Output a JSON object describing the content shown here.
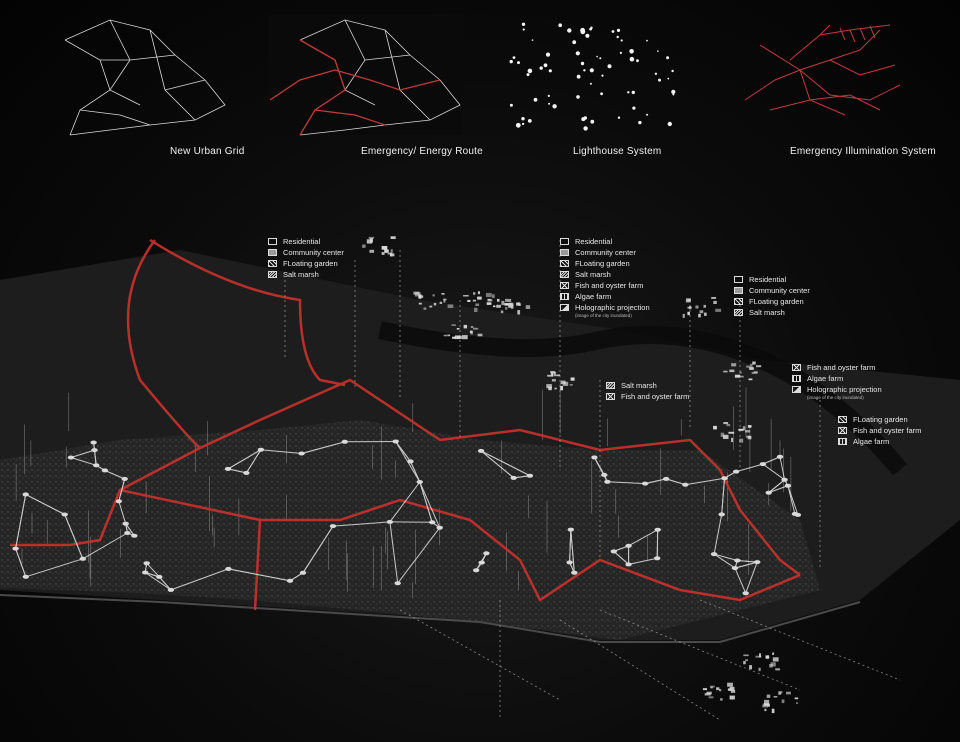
{
  "panels": [
    {
      "caption": "New Urban Grid",
      "color": "#d8d8d8"
    },
    {
      "caption": "Emergency/ Energy Route",
      "color": "#c33a3a"
    },
    {
      "caption": "Lighthouse System",
      "color": "#f2f2f2"
    },
    {
      "caption": "Emergency Illumination System",
      "color": "#c33a3a"
    }
  ],
  "legends": [
    {
      "items": [
        {
          "label": "Residential",
          "swatch": "plain"
        },
        {
          "label": "Community center",
          "swatch": "grey"
        },
        {
          "label": "FLoating garden",
          "swatch": "dots"
        },
        {
          "label": "Salt marsh",
          "swatch": "hatch"
        }
      ]
    },
    {
      "items": [
        {
          "label": "Residential",
          "swatch": "plain"
        },
        {
          "label": "Community center",
          "swatch": "grey"
        },
        {
          "label": "FLoating garden",
          "swatch": "dots"
        },
        {
          "label": "Salt marsh",
          "swatch": "hatch"
        },
        {
          "label": "Fish and oyster farm",
          "swatch": "cross"
        },
        {
          "label": "Algae farm",
          "swatch": "wave"
        },
        {
          "label": "Holographic projection",
          "swatch": "tri"
        }
      ],
      "note": "(image of the city inundated)"
    },
    {
      "items": [
        {
          "label": "Residential",
          "swatch": "plain"
        },
        {
          "label": "Community center",
          "swatch": "grey"
        },
        {
          "label": "FLoating garden",
          "swatch": "dots"
        },
        {
          "label": "Salt marsh",
          "swatch": "hatch"
        }
      ]
    },
    {
      "items": [
        {
          "label": "Salt marsh",
          "swatch": "hatch"
        },
        {
          "label": "Fish and oyster farm",
          "swatch": "cross"
        }
      ]
    },
    {
      "items": [
        {
          "label": "Fish and oyster farm",
          "swatch": "cross"
        },
        {
          "label": "Algae farm",
          "swatch": "wave"
        },
        {
          "label": "Holographic projection",
          "swatch": "tri"
        }
      ],
      "note": "(image of the city inundated)"
    },
    {
      "items": [
        {
          "label": "FLoating garden",
          "swatch": "dots"
        },
        {
          "label": "Fish and oyster farm",
          "swatch": "cross"
        },
        {
          "label": "Algae farm",
          "swatch": "wave"
        }
      ]
    }
  ],
  "colors": {
    "route_red": "#c4302b",
    "grid_white": "#e6e6e6",
    "land": "#2a2a2a",
    "sea": "#070707"
  }
}
